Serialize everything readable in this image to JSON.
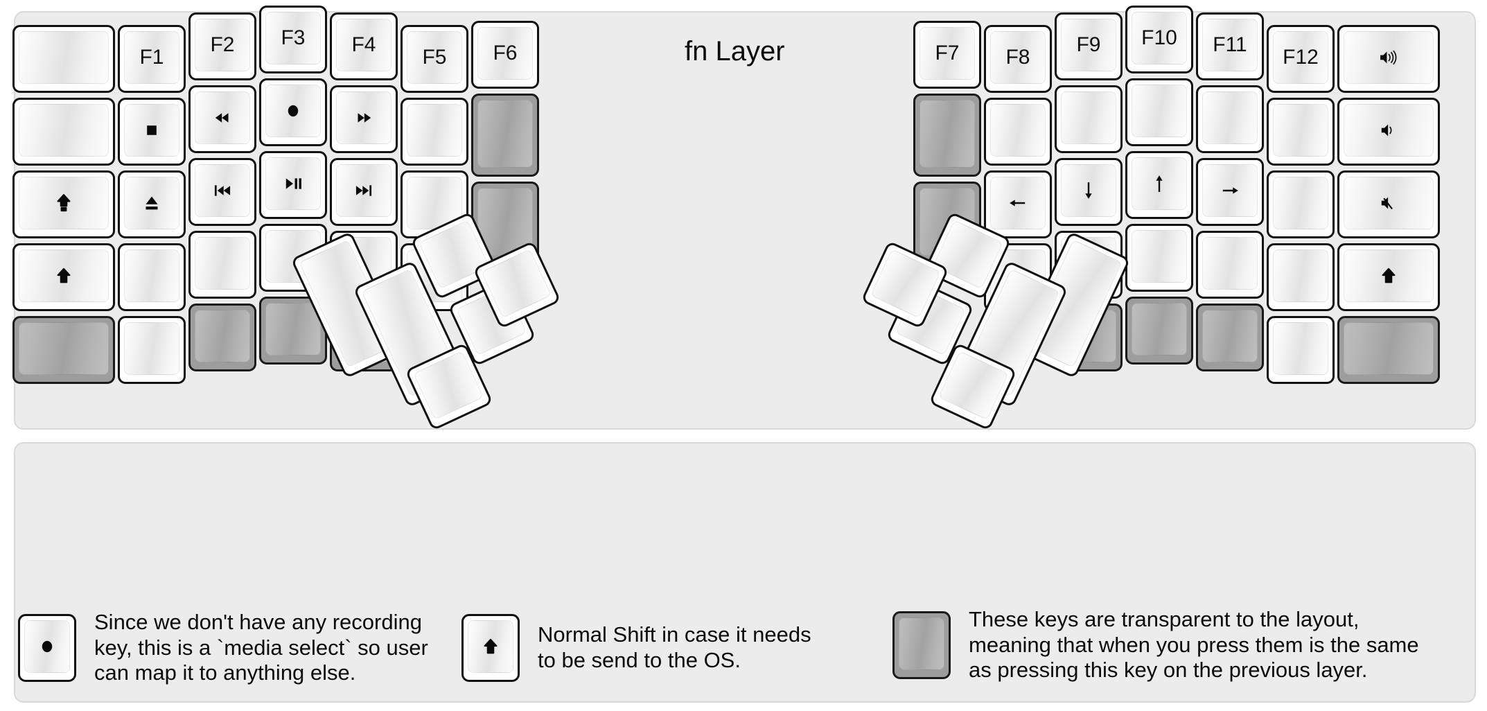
{
  "title": "fn Layer",
  "colors": {
    "background": "#ececec",
    "key_face": "#ffffff",
    "key_border": "#111111",
    "transparent_key": "#9d9d9d",
    "text": "#111111"
  },
  "keyboard": {
    "name": "split-ergonomic-keyboard",
    "left_half": {
      "columns": [
        {
          "name": "col-outer",
          "keys": [
            {
              "label": "",
              "icon": "",
              "transparent": false
            },
            {
              "label": "",
              "icon": "",
              "transparent": false
            },
            {
              "label": "",
              "icon": "caps-lock-icon",
              "transparent": false
            },
            {
              "label": "",
              "icon": "shift-icon",
              "transparent": false
            },
            {
              "label": "",
              "icon": "",
              "transparent": true
            }
          ]
        },
        {
          "name": "col-f1",
          "keys": [
            {
              "label": "F1",
              "icon": "",
              "transparent": false
            },
            {
              "label": "",
              "icon": "media-stop-icon",
              "transparent": false
            },
            {
              "label": "",
              "icon": "media-eject-icon",
              "transparent": false
            },
            {
              "label": "",
              "icon": "",
              "transparent": false
            },
            {
              "label": "",
              "icon": "",
              "transparent": false
            }
          ]
        },
        {
          "name": "col-f2",
          "keys": [
            {
              "label": "F2",
              "icon": "",
              "transparent": false
            },
            {
              "label": "",
              "icon": "media-rewind-icon",
              "transparent": false
            },
            {
              "label": "",
              "icon": "media-previous-icon",
              "transparent": false
            },
            {
              "label": "",
              "icon": "",
              "transparent": false
            },
            {
              "label": "",
              "icon": "",
              "transparent": true
            }
          ]
        },
        {
          "name": "col-f3",
          "keys": [
            {
              "label": "F3",
              "icon": "",
              "transparent": false
            },
            {
              "label": "",
              "icon": "media-record-icon",
              "transparent": false
            },
            {
              "label": "",
              "icon": "media-play-pause-icon",
              "transparent": false
            },
            {
              "label": "",
              "icon": "",
              "transparent": false
            },
            {
              "label": "",
              "icon": "",
              "transparent": true
            }
          ]
        },
        {
          "name": "col-f4",
          "keys": [
            {
              "label": "F4",
              "icon": "",
              "transparent": false
            },
            {
              "label": "",
              "icon": "media-fast-forward-icon",
              "transparent": false
            },
            {
              "label": "",
              "icon": "media-next-icon",
              "transparent": false
            },
            {
              "label": "",
              "icon": "",
              "transparent": false
            },
            {
              "label": "",
              "icon": "",
              "transparent": true
            }
          ]
        },
        {
          "name": "col-f5",
          "keys": [
            {
              "label": "F5",
              "icon": "",
              "transparent": false
            },
            {
              "label": "",
              "icon": "",
              "transparent": false
            },
            {
              "label": "",
              "icon": "",
              "transparent": false
            },
            {
              "label": "",
              "icon": "",
              "transparent": false
            }
          ]
        },
        {
          "name": "col-f6",
          "keys": [
            {
              "label": "F6",
              "icon": "",
              "transparent": false
            },
            {
              "label": "",
              "icon": "",
              "transparent": true
            },
            {
              "label": "",
              "icon": "",
              "transparent": true
            }
          ]
        }
      ],
      "thumb_cluster": {
        "name": "left-thumb-cluster",
        "keys": [
          {
            "label": "",
            "icon": "",
            "transparent": false
          },
          {
            "label": "",
            "icon": "",
            "transparent": false
          },
          {
            "label": "",
            "icon": "",
            "transparent": false
          },
          {
            "label": "",
            "icon": "",
            "transparent": false
          },
          {
            "label": "",
            "icon": "",
            "transparent": false
          },
          {
            "label": "",
            "icon": "",
            "transparent": false
          }
        ]
      }
    },
    "right_half": {
      "columns": [
        {
          "name": "col-f7",
          "keys": [
            {
              "label": "F7",
              "icon": "",
              "transparent": false
            },
            {
              "label": "",
              "icon": "",
              "transparent": true
            },
            {
              "label": "",
              "icon": "",
              "transparent": true
            }
          ]
        },
        {
          "name": "col-f8",
          "keys": [
            {
              "label": "F8",
              "icon": "",
              "transparent": false
            },
            {
              "label": "",
              "icon": "",
              "transparent": false
            },
            {
              "label": "",
              "icon": "arrow-left-icon",
              "transparent": false
            },
            {
              "label": "",
              "icon": "",
              "transparent": false
            }
          ]
        },
        {
          "name": "col-f9",
          "keys": [
            {
              "label": "F9",
              "icon": "",
              "transparent": false
            },
            {
              "label": "",
              "icon": "",
              "transparent": false
            },
            {
              "label": "",
              "icon": "arrow-down-icon",
              "transparent": false
            },
            {
              "label": "",
              "icon": "",
              "transparent": false
            },
            {
              "label": "",
              "icon": "",
              "transparent": true
            }
          ]
        },
        {
          "name": "col-f10",
          "keys": [
            {
              "label": "F10",
              "icon": "",
              "transparent": false
            },
            {
              "label": "",
              "icon": "",
              "transparent": false
            },
            {
              "label": "",
              "icon": "arrow-up-icon",
              "transparent": false
            },
            {
              "label": "",
              "icon": "",
              "transparent": false
            },
            {
              "label": "",
              "icon": "",
              "transparent": true
            }
          ]
        },
        {
          "name": "col-f11",
          "keys": [
            {
              "label": "F11",
              "icon": "",
              "transparent": false
            },
            {
              "label": "",
              "icon": "",
              "transparent": false
            },
            {
              "label": "",
              "icon": "arrow-right-icon",
              "transparent": false
            },
            {
              "label": "",
              "icon": "",
              "transparent": false
            },
            {
              "label": "",
              "icon": "",
              "transparent": true
            }
          ]
        },
        {
          "name": "col-f12",
          "keys": [
            {
              "label": "F12",
              "icon": "",
              "transparent": false
            },
            {
              "label": "",
              "icon": "",
              "transparent": false
            },
            {
              "label": "",
              "icon": "",
              "transparent": false
            },
            {
              "label": "",
              "icon": "",
              "transparent": false
            },
            {
              "label": "",
              "icon": "",
              "transparent": false
            }
          ]
        },
        {
          "name": "col-outer-right",
          "keys": [
            {
              "label": "",
              "icon": "volume-up-icon",
              "transparent": false
            },
            {
              "label": "",
              "icon": "volume-down-icon",
              "transparent": false
            },
            {
              "label": "",
              "icon": "volume-mute-icon",
              "transparent": false
            },
            {
              "label": "",
              "icon": "shift-icon",
              "transparent": false
            },
            {
              "label": "",
              "icon": "",
              "transparent": true
            }
          ]
        }
      ],
      "thumb_cluster": {
        "name": "right-thumb-cluster",
        "keys": [
          {
            "label": "",
            "icon": "",
            "transparent": false
          },
          {
            "label": "",
            "icon": "",
            "transparent": false
          },
          {
            "label": "",
            "icon": "",
            "transparent": false
          },
          {
            "label": "",
            "icon": "",
            "transparent": false
          },
          {
            "label": "",
            "icon": "",
            "transparent": false
          },
          {
            "label": "",
            "icon": "",
            "transparent": false
          }
        ]
      }
    }
  },
  "legend": [
    {
      "name": "legend-media-record",
      "key_icon": "media-record-icon",
      "key_transparent": false,
      "text": "Since we don't have any recording\nkey, this is a `media select` so user\ncan map it to anything else."
    },
    {
      "name": "legend-normal-shift",
      "key_icon": "shift-icon",
      "key_transparent": false,
      "text": "Normal Shift in case it needs\nto be send to the OS."
    },
    {
      "name": "legend-transparent-keys",
      "key_icon": "",
      "key_transparent": true,
      "text": "These keys are transparent to the layout,\nmeaning that when you press them is the same\nas pressing this key on the previous layer."
    }
  ]
}
